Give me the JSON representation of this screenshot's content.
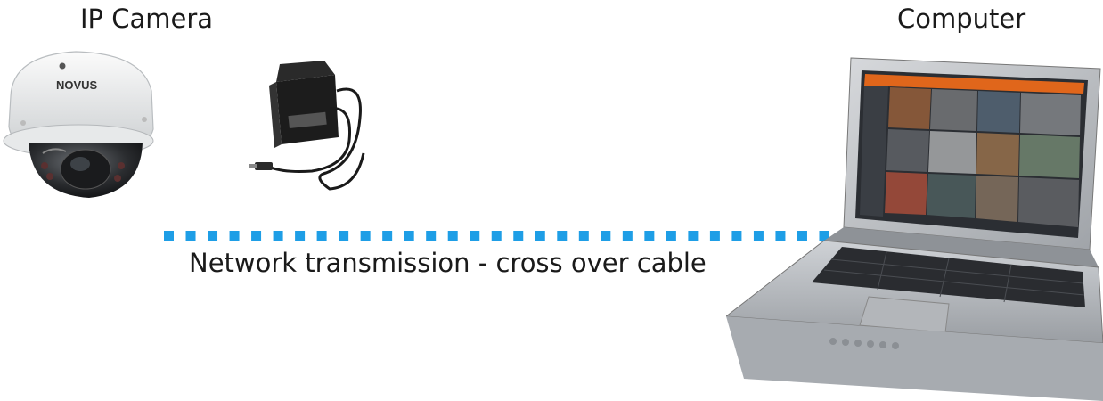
{
  "labels": {
    "camera": "IP Camera",
    "computer": "Computer",
    "network": "Network transmission - cross over cable"
  },
  "camera": {
    "brand": "NOVUS"
  },
  "cable": {
    "color": "#1e9ee6",
    "segments": 31
  },
  "colors": {
    "dot_blue": "#1e9ee6",
    "adapter_black": "#1c1c1c",
    "laptop_silver": "#c9ccd0",
    "screen_toolbar": "#e0661b"
  }
}
